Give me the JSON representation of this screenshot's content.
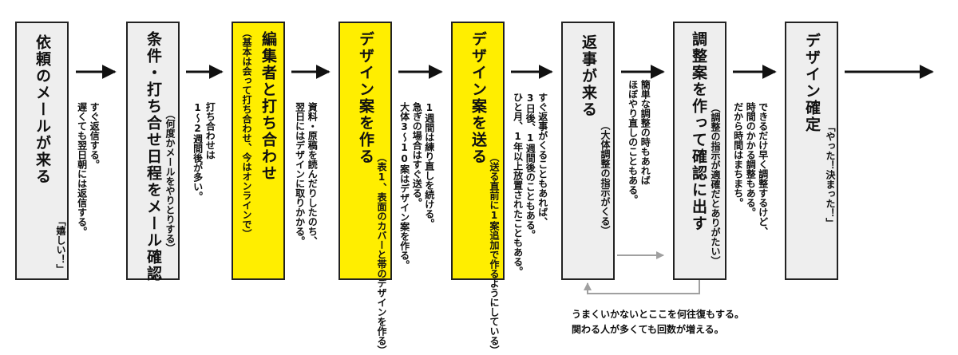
{
  "steps": [
    {
      "title": "依頼のメールが来る",
      "sub": "「嬉しい！」"
    },
    {
      "title": "条件・打ち合せ日程をメール確認",
      "sub": "（何度かメールをやりとりする）"
    },
    {
      "title": "編集者と打ち合わせ",
      "sub": "（基本は会って打ち合わせ、今はオンラインで）"
    },
    {
      "title": "デザイン案を作る",
      "sub": "（表1、表面のカバーと帯のデザインを作る）"
    },
    {
      "title": "デザイン案を送る",
      "sub": "（送る直前に1案追加で作るようにしている）"
    },
    {
      "title": "返事が来る",
      "sub": "（大体調整の指示がくる）"
    },
    {
      "title": "調整案を作って確認に出す",
      "sub": "（調整の指示が適確だとありがたい）"
    },
    {
      "title": "デザイン確定",
      "sub": "「やった！決まった！」"
    }
  ],
  "notes": [
    [
      "すぐ返信する。",
      "遅くても翌日朝には返信する。"
    ],
    [
      "打ち合わせは",
      "1〜2週間後が多い。"
    ],
    [
      "資料・原稿を読んだりしたのち、",
      "翌日にはデザインに取りかかる。"
    ],
    [
      "1週間は練り直しを続ける。",
      "急ぎの場合はすぐ送る。",
      "大体3〜10案はデザイン案を作る。"
    ],
    [
      "すぐ返事がくることもあれば、",
      "3日後、1週間後のこともある。",
      "ひと月、1年以上放置されたこともある。"
    ],
    [
      "簡単な調整の時もあれば",
      "ほぼやり直しのこともある。"
    ],
    [
      "できるだけ早く調整するけど、",
      "時間のかかる調整もある。",
      "だから時間はまちまち。"
    ]
  ],
  "loop_note": [
    "うまくいかないとここを何往復もする。",
    "関わる人が多くても回数が増える。"
  ],
  "colors": {
    "highlight": "#ffee00",
    "box": "#eeeeee",
    "border": "#222222",
    "loop_arrow": "#a0a0a0"
  }
}
